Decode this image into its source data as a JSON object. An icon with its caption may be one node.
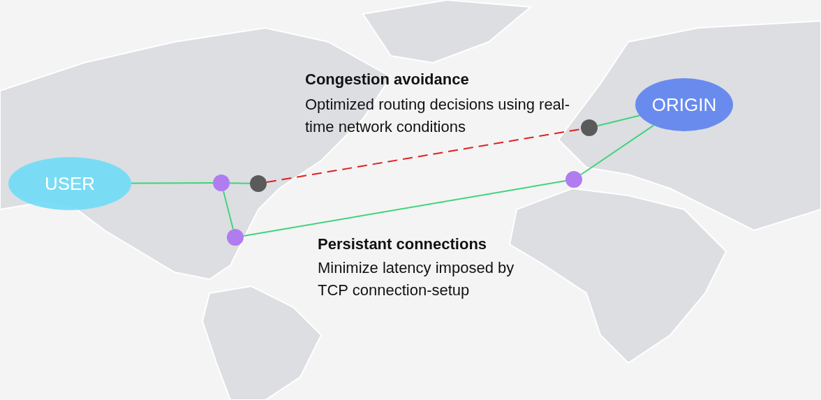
{
  "diagram": {
    "nodes": [
      {
        "text": [
          "USER"
        ]
      },
      {
        "text": [
          "ORIGIN"
        ]
      },
      {
        "text": [],
        "shape": "circle"
      },
      {
        "text": [],
        "shape": "circle"
      },
      {
        "text": [],
        "shape": "circle"
      },
      {
        "text": [],
        "shape": "circle"
      },
      {
        "text": [],
        "shape": "circle"
      }
    ],
    "edges": [
      {
        "from": 0,
        "to": 2,
        "arrow": "none"
      },
      {
        "from": 2,
        "to": 3,
        "arrow": "none"
      },
      {
        "from": 3,
        "to": 6,
        "arrow": "none",
        "style": "dashed",
        "color": "#e02020"
      },
      {
        "from": 6,
        "to": 1,
        "arrow": "none"
      },
      {
        "from": 2,
        "to": 4,
        "arrow": "none"
      },
      {
        "from": 4,
        "to": 5,
        "arrow": "none"
      },
      {
        "from": 5,
        "to": 1,
        "arrow": "none"
      }
    ],
    "labels": [
      "Congestion avoidance",
      "Optimized routing decisions using real-time network conditions",
      "Persistant connections",
      "Minimize latency imposed by TCP connection-setup"
    ]
  }
}
